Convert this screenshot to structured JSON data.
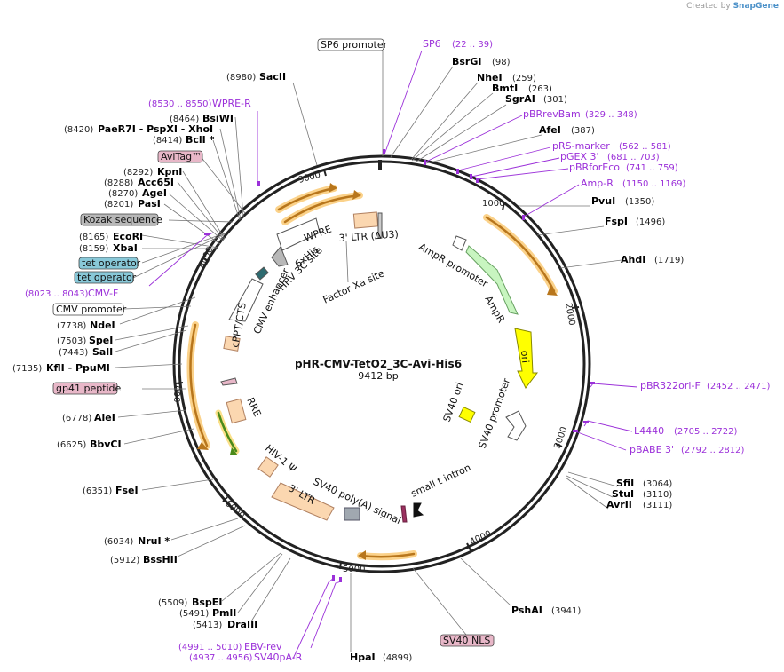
{
  "credit": {
    "prefix": "Created by",
    "brand": "SnapGene"
  },
  "plasmid": {
    "name": "pHR-CMV-TetO2_3C-Avi-His6",
    "length": "9412 bp"
  },
  "ticks": [
    "1000",
    "2000",
    "3000",
    "4000",
    "5000",
    "6000",
    "7000",
    "8000",
    "9000"
  ],
  "sites": [
    {
      "name": "SacII",
      "pos": "(8980)"
    },
    {
      "name": "BsrGI",
      "pos": "(98)"
    },
    {
      "name": "NheI",
      "pos": "(259)"
    },
    {
      "name": "BmtI",
      "pos": "(263)"
    },
    {
      "name": "SgrAI",
      "pos": "(301)"
    },
    {
      "name": "AfeI",
      "pos": "(387)"
    },
    {
      "name": "PvuI",
      "pos": "(1350)"
    },
    {
      "name": "FspI",
      "pos": "(1496)"
    },
    {
      "name": "AhdI",
      "pos": "(1719)"
    },
    {
      "name": "SfiI",
      "pos": "(3064)"
    },
    {
      "name": "StuI",
      "pos": "(3110)"
    },
    {
      "name": "AvrII",
      "pos": "(3111)"
    },
    {
      "name": "PshAI",
      "pos": "(3941)"
    },
    {
      "name": "HpaI",
      "pos": "(4899)"
    },
    {
      "name": "DraIII",
      "pos": "(5413)"
    },
    {
      "name": "PmlI",
      "pos": "(5491)"
    },
    {
      "name": "BspEI",
      "pos": "(5509)"
    },
    {
      "name": "BssHII",
      "pos": "(5912)"
    },
    {
      "name": "NruI *",
      "pos": "(6034)"
    },
    {
      "name": "FseI",
      "pos": "(6351)"
    },
    {
      "name": "BbvCI",
      "pos": "(6625)"
    },
    {
      "name": "AleI",
      "pos": "(6778)"
    },
    {
      "name": "KflI  -  PpuMI",
      "pos": "(7135)"
    },
    {
      "name": "SalI",
      "pos": "(7443)"
    },
    {
      "name": "SpeI",
      "pos": "(7503)"
    },
    {
      "name": "NdeI",
      "pos": "(7738)"
    },
    {
      "name": "XbaI",
      "pos": "(8159)"
    },
    {
      "name": "EcoRI",
      "pos": "(8165)"
    },
    {
      "name": "PasI",
      "pos": "(8201)"
    },
    {
      "name": "AgeI",
      "pos": "(8270)"
    },
    {
      "name": "Acc65I",
      "pos": "(8288)"
    },
    {
      "name": "KpnI",
      "pos": "(8292)"
    },
    {
      "name": "BclI *",
      "pos": "(8414)"
    },
    {
      "name": "PaeR7I  -  PspXI  -  XhoI",
      "pos": "(8420)"
    },
    {
      "name": "BsiWI",
      "pos": "(8464)"
    }
  ],
  "primers": [
    {
      "name": "SP6",
      "pos": "(22 .. 39)"
    },
    {
      "name": "pBRrevBam",
      "pos": "(329 .. 348)"
    },
    {
      "name": "pRS-marker",
      "pos": "(562 .. 581)"
    },
    {
      "name": "pGEX 3'",
      "pos": "(681 .. 703)"
    },
    {
      "name": "pBRforEco",
      "pos": "(741 .. 759)"
    },
    {
      "name": "Amp-R",
      "pos": "(1150 .. 1169)"
    },
    {
      "name": "pBR322ori-F",
      "pos": "(2452 .. 2471)"
    },
    {
      "name": "L4440",
      "pos": "(2705 .. 2722)"
    },
    {
      "name": "pBABE 3'",
      "pos": "(2792 .. 2812)"
    },
    {
      "name": "EBV-rev",
      "pos": "(4991 .. 5010)"
    },
    {
      "name": "SV40pA-R",
      "pos": "(4937 .. 4956)"
    },
    {
      "name": "CMV-F",
      "pos": "(8023 .. 8043)"
    },
    {
      "name": "WPRE-R",
      "pos": "(8530 .. 8550)"
    }
  ],
  "boxed": {
    "sp6_promoter": "SP6 promoter",
    "avitag": "AviTag™",
    "kozak": "Kozak sequence",
    "tet_operator_1": "tet operator",
    "tet_operator_2": "tet operator",
    "cmv_promoter": "CMV promoter",
    "gp41": "gp41 peptide",
    "sv40_nls": "SV40 NLS"
  },
  "features": {
    "wpre": "WPRE",
    "ltr3": "3' LTR (ΔU3)",
    "his6": "6xHis",
    "hrv3c": "HRV 3C site",
    "factor_xa": "Factor Xa site",
    "cmv_enhancer": "CMV enhancer",
    "cppt": "cPPT/CTS",
    "rre": "RRE",
    "hiv_psi": "HIV-1 Ψ",
    "ltr3b": "3' LTR",
    "sv40_polya": "SV40 poly(A) signal",
    "small_t": "small t intron",
    "sv40_ori": "SV40 ori",
    "sv40_promoter": "SV40 promoter",
    "ori": "ori",
    "ampr": "AmpR",
    "ampr_promoter": "AmpR promoter"
  },
  "colors": {
    "backbone": "#222222",
    "primer": "#9b30d9",
    "orf_green": "#c8f5c0",
    "ori_yellow": "#ffff00",
    "ltr_peach": "#fbd7b0",
    "orange_arrow": "#b8761c",
    "teal_box": "#88c8d8",
    "pink_box": "#e8b7c8",
    "gray_box": "#b8b8b8"
  }
}
